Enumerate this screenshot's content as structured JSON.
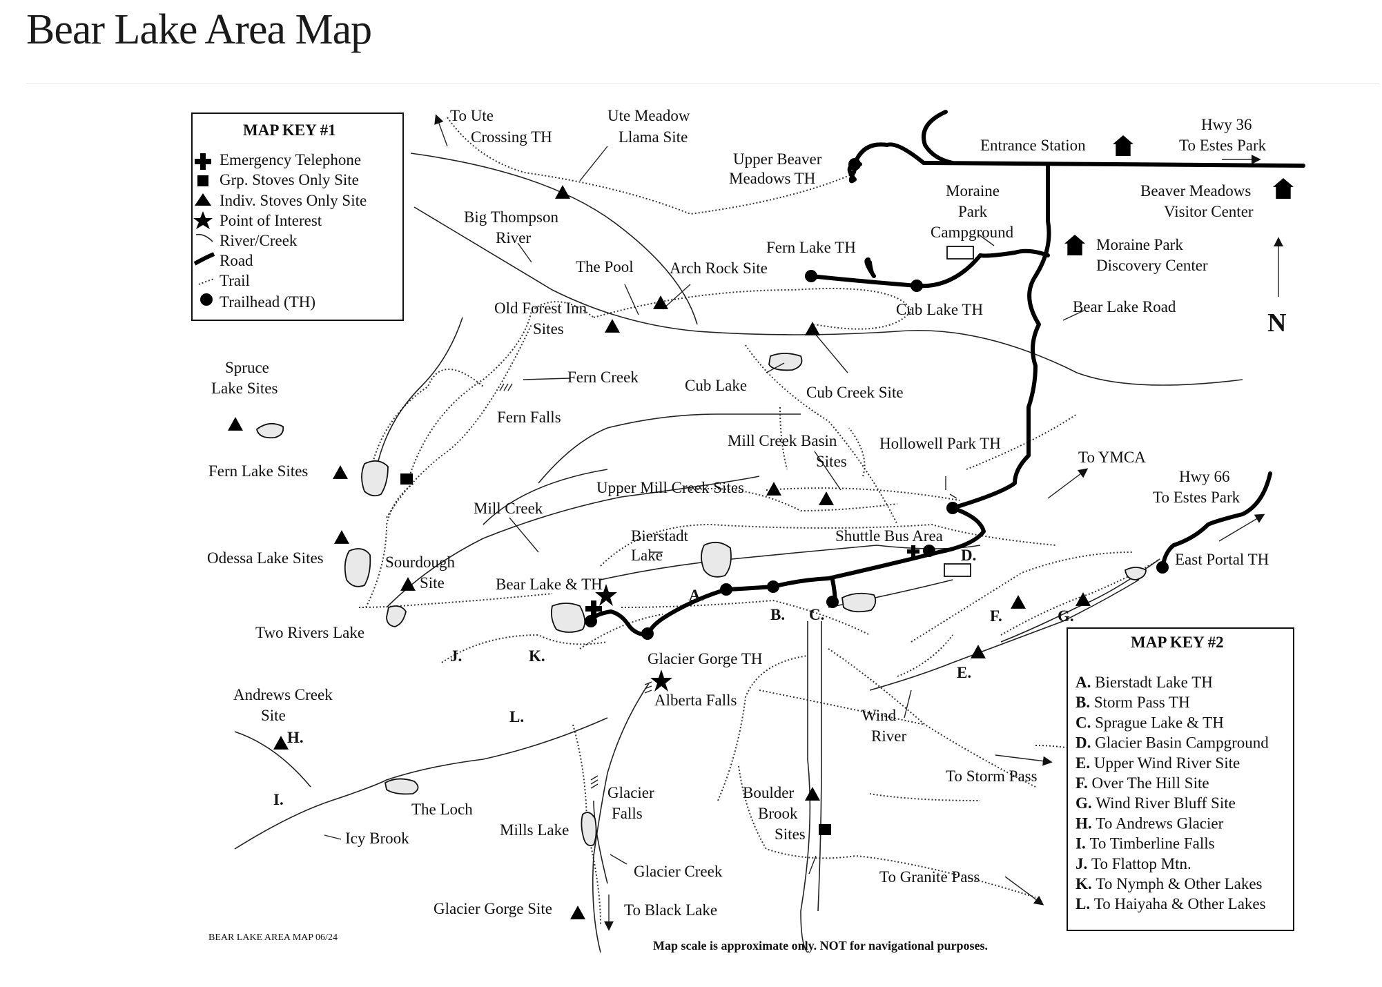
{
  "page": {
    "title": "Bear Lake Area Map"
  },
  "key1": {
    "title": "MAP KEY #1",
    "items": [
      "Emergency Telephone",
      "Grp. Stoves Only Site",
      "Indiv. Stoves Only Site",
      "Point of Interest",
      "River/Creek",
      "Road",
      "Trail",
      "Trailhead (TH)"
    ]
  },
  "key2": {
    "title": "MAP KEY #2",
    "items": [
      {
        "letter": "A.",
        "text": "Bierstadt Lake TH"
      },
      {
        "letter": "B.",
        "text": "Storm Pass TH"
      },
      {
        "letter": "C.",
        "text": "Sprague Lake & TH"
      },
      {
        "letter": "D.",
        "text": "Glacier Basin Campground"
      },
      {
        "letter": "E.",
        "text": "Upper Wind River Site"
      },
      {
        "letter": "F.",
        "text": "Over The Hill Site"
      },
      {
        "letter": "G.",
        "text": "Wind River Bluff Site"
      },
      {
        "letter": "H.",
        "text": "To Andrews Glacier"
      },
      {
        "letter": "I.",
        "text": "To Timberline Falls"
      },
      {
        "letter": "J.",
        "text": "To Flattop Mtn."
      },
      {
        "letter": "K.",
        "text": "To Nymph & Other Lakes"
      },
      {
        "letter": "L.",
        "text": "To Haiyaha & Other Lakes"
      }
    ]
  },
  "labels": {
    "to_ute_1": "To Ute",
    "to_ute_2": "Crossing TH",
    "ute_meadow_1": "Ute Meadow",
    "ute_meadow_2": "Llama Site",
    "upper_beaver_1": "Upper Beaver",
    "upper_beaver_2": "Meadows TH",
    "entrance": "Entrance Station",
    "hwy36_1": "Hwy 36",
    "hwy36_2": "To Estes Park",
    "moraine_1": "Moraine",
    "moraine_2": "Park",
    "moraine_3": "Campground",
    "beaver_vc_1": "Beaver Meadows",
    "beaver_vc_2": "Visitor Center",
    "moraine_dc_1": "Moraine Park",
    "moraine_dc_2": "Discovery Center",
    "big_thompson_1": "Big Thompson",
    "big_thompson_2": "River",
    "fern_lake_th": "Fern Lake TH",
    "the_pool": "The Pool",
    "arch_rock": "Arch Rock Site",
    "old_forest_1": "Old Forest Inn",
    "old_forest_2": "Sites",
    "cub_lake_th": "Cub Lake TH",
    "bear_lake_road": "Bear Lake Road",
    "north": "N",
    "spruce_1": "Spruce",
    "spruce_2": "Lake Sites",
    "fern_creek": "Fern Creek",
    "cub_lake": "Cub Lake",
    "cub_creek_site": "Cub Creek Site",
    "fern_falls": "Fern Falls",
    "mill_creek_basin_1": "Mill Creek Basin",
    "mill_creek_basin_2": "Sites",
    "hollowell": "Hollowell Park TH",
    "fern_lake_sites": "Fern Lake Sites",
    "to_ymca": "To YMCA",
    "upper_mill": "Upper Mill Creek Sites",
    "hwy66_1": "Hwy 66",
    "hwy66_2": "To Estes Park",
    "mill_creek": "Mill Creek",
    "bierstadt_1": "Bierstadt",
    "bierstadt_2": "Lake",
    "shuttle": "Shuttle Bus Area",
    "odessa": "Odessa Lake Sites",
    "sourdough_1": "Sourdough",
    "sourdough_2": "Site",
    "east_portal": "East Portal TH",
    "bear_lake_th": "Bear Lake & TH",
    "two_rivers": "Two Rivers Lake",
    "glacier_gorge_th": "Glacier Gorge TH",
    "alberta": "Alberta Falls",
    "andrews_1": "Andrews Creek",
    "andrews_2": "Site",
    "wind_river_1": "Wind",
    "wind_river_2": "River",
    "to_storm": "To Storm Pass",
    "glacier_falls_1": "Glacier",
    "glacier_falls_2": "Falls",
    "the_loch": "The Loch",
    "boulder_1": "Boulder",
    "boulder_2": "Brook",
    "boulder_3": "Sites",
    "mills_lake": "Mills Lake",
    "icy_brook": "Icy Brook",
    "glacier_creek": "Glacier Creek",
    "to_granite": "To Granite Pass",
    "glacier_gorge_site": "Glacier Gorge Site",
    "to_black": "To Black Lake"
  },
  "letters": {
    "a": "A.",
    "b": "B.",
    "c": "C.",
    "d": "D.",
    "e": "E.",
    "f": "F.",
    "g": "G.",
    "h": "H.",
    "i": "I.",
    "j": "J.",
    "k": "K.",
    "l": "L."
  },
  "footer": {
    "map_id": "BEAR LAKE AREA MAP 06/24",
    "disclaimer": "Map scale is approximate only.  NOT for navigational purposes."
  }
}
